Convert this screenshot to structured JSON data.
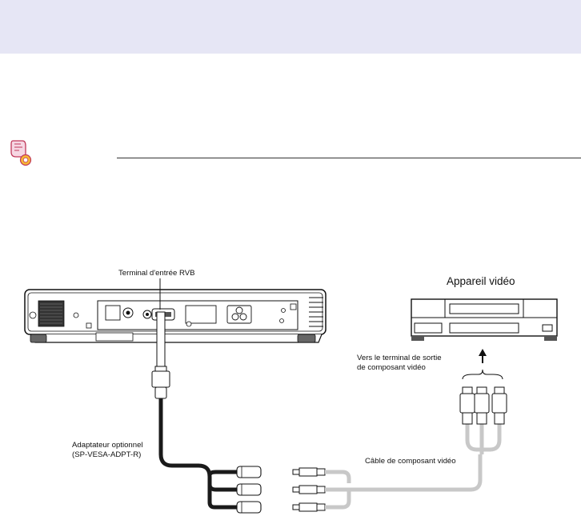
{
  "diagram": {
    "rgb_terminal_label": "Terminal d'entrée RVB",
    "video_device_title": "Appareil vidéo",
    "output_terminal_line1": "Vers le terminal de sortie",
    "output_terminal_line2": "de composant  vidéo",
    "adapter_line1": "Adaptateur optionnel",
    "adapter_line2": "(SP-VESA-ADPT-R)",
    "cable_label": "Câble de composant vidéo"
  },
  "colors": {
    "header_band": "#e6e6f5",
    "adapter_cable": "#1a1a1a",
    "component_cable": "#c8c8c8",
    "note_icon": "#d9534f"
  }
}
